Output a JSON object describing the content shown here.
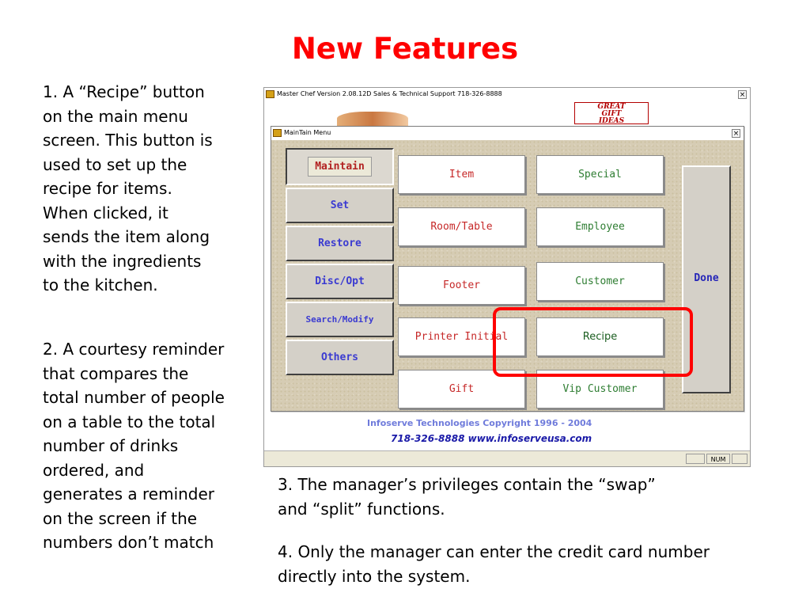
{
  "slide": {
    "title": "New Features",
    "note1": [
      "1. A “Recipe” button",
      "on the main menu",
      "screen. This button is",
      "used to set up the",
      "recipe for items.",
      "When clicked, it",
      "sends the item along",
      "with the ingredients",
      "to the kitchen."
    ],
    "note2": [
      "2. A courtesy reminder",
      "that compares the",
      "total number of people",
      "on a table to the total",
      "number of drinks",
      "ordered, and",
      "generates a reminder",
      "on the screen if the",
      "numbers don’t match"
    ],
    "note3": [
      "3. The manager’s privileges contain the “swap”",
      "and “split” functions."
    ],
    "note4": [
      "4. Only the manager can enter the credit card number",
      "directly into the system."
    ]
  },
  "master_window": {
    "title": "Master Chef Version 2.08.12D Sales & Technical Support 718-326-8888",
    "close_glyph": "×",
    "gift_badge": [
      "GREAT",
      "GIFT",
      "IDEAS"
    ],
    "copyright": "Infoserve Technologies Copyright 1996 - 2004",
    "contact": "718-326-8888  www.infoserveusa.com",
    "status_num": "NUM"
  },
  "menu_window": {
    "title": "MainTain Menu",
    "close_glyph": "×",
    "side_buttons": [
      "Maintain",
      "Set",
      "Restore",
      "Disc/Opt",
      "Search/Modify",
      "Others"
    ],
    "grid_buttons": [
      "Item",
      "Special",
      "Room/Table",
      "Employee",
      "Footer",
      "Customer",
      "Printer Initial",
      "Recipe",
      "Gift",
      "Vip Customer"
    ],
    "done": "Done"
  },
  "colors": {
    "title": "#ff0000",
    "highlight": "#ff0000",
    "side_text": "#3b3bd1",
    "active_text": "#b22222"
  }
}
